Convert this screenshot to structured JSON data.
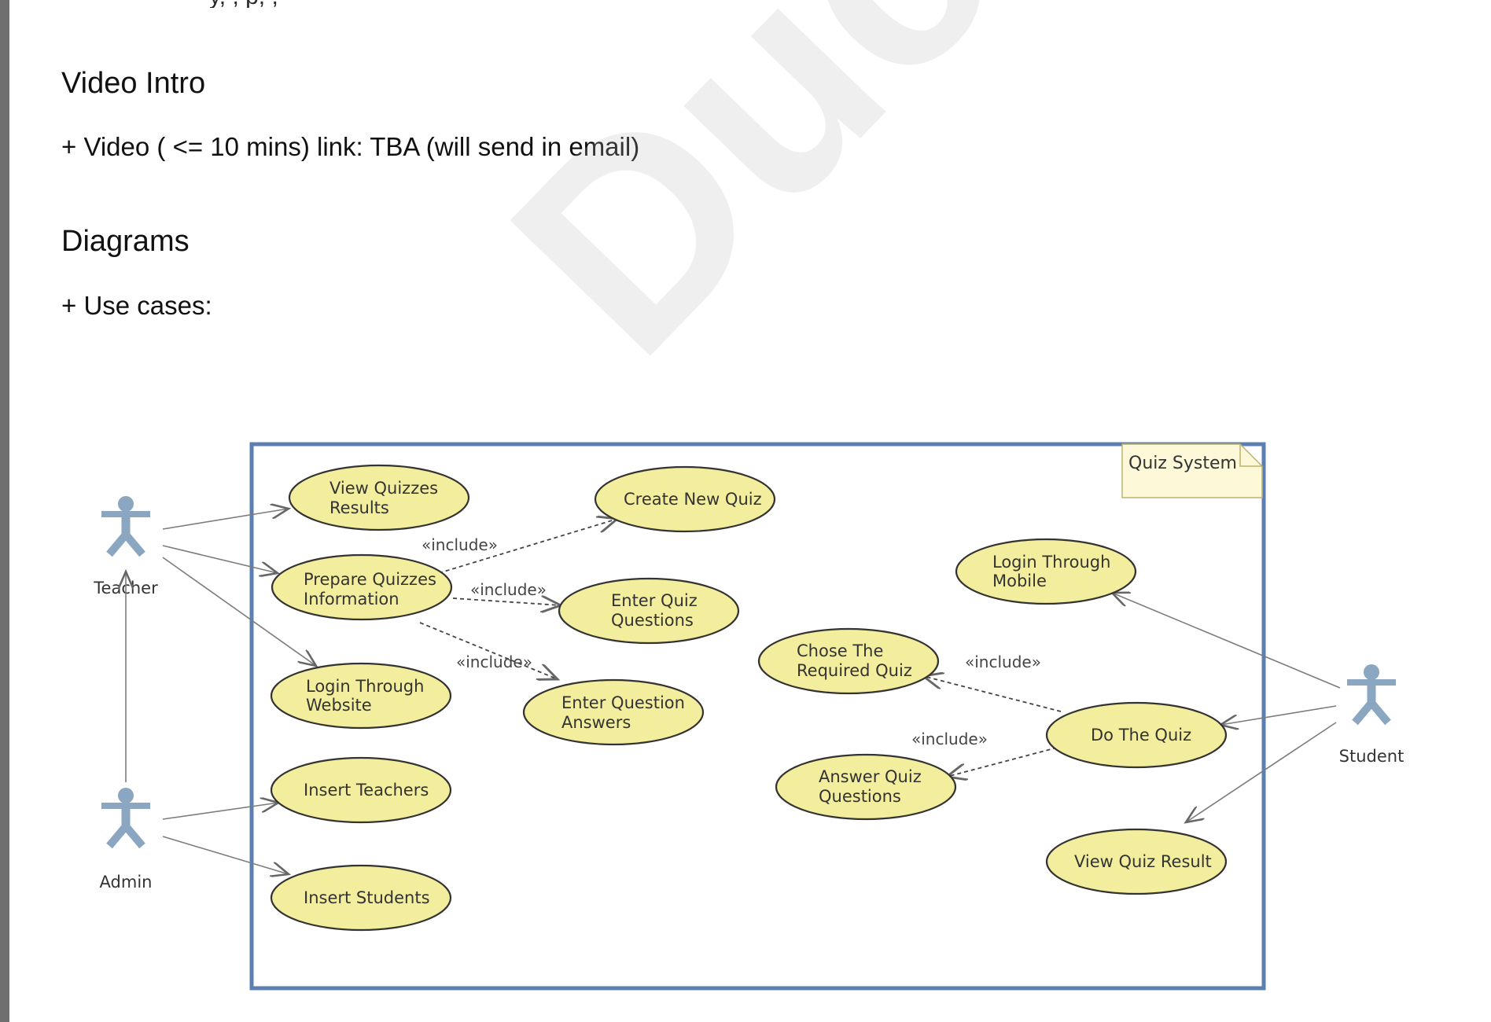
{
  "page": {
    "top_fragment": "y,                      ,               p,              ,",
    "heading_video": "Video Intro",
    "video_text": "+ Video ( <= 10 mins) link: TBA (will send in email)",
    "heading_diagrams": "Diagrams",
    "usecases_text": "+ Use cases:",
    "watermark_text": "Duc Quo"
  },
  "diagram": {
    "system_label": "Quiz System",
    "actors": {
      "teacher": "Teacher",
      "admin": "Admin",
      "student": "Student"
    },
    "use_cases": {
      "view_quizzes_results": [
        "View Quizzes",
        "Results"
      ],
      "create_new_quiz": [
        "Create New Quiz"
      ],
      "prepare_quizzes_information": [
        "Prepare Quizzes",
        "Information"
      ],
      "enter_quiz_questions": [
        "Enter Quiz",
        "Questions"
      ],
      "login_through_website": [
        "Login Through",
        "Website"
      ],
      "enter_question_answers": [
        "Enter Question",
        "Answers"
      ],
      "insert_teachers": [
        "Insert Teachers"
      ],
      "insert_students": [
        "Insert Students"
      ],
      "login_through_mobile": [
        "Login Through",
        "Mobile"
      ],
      "chose_required_quiz": [
        "Chose The",
        "Required Quiz"
      ],
      "do_the_quiz": [
        "Do The Quiz"
      ],
      "answer_quiz_questions": [
        "Answer Quiz",
        "Questions"
      ],
      "view_quiz_result": [
        "View Quiz Result"
      ]
    },
    "include_label": "«include»",
    "colors": {
      "usecase_fill": "#f3ee9d",
      "usecase_stroke": "#333333",
      "boundary_stroke": "#5b7fb1",
      "actor_fill": "#8aa6c1",
      "note_fill": "#fdf8d7"
    }
  }
}
